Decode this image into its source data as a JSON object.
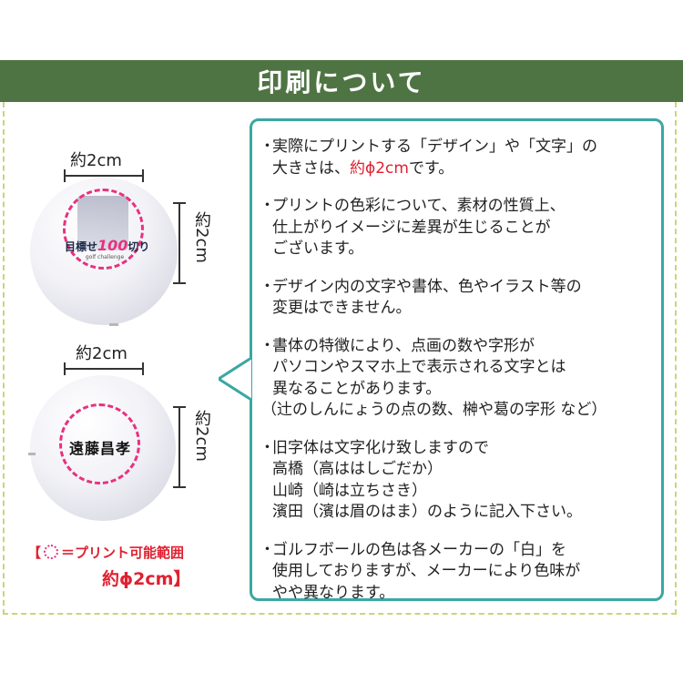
{
  "header": {
    "title": "印刷について"
  },
  "left": {
    "ball1": {
      "dim_h": "約2cm",
      "dim_v": "約2cm",
      "logo_text_pre": "目標せ",
      "logo_text_hl": "100",
      "logo_text_post": "切り",
      "logo_sub": "golf challenge"
    },
    "ball2": {
      "dim_h": "約2cm",
      "dim_v": "約2cm",
      "name_text": "遠藤昌孝"
    },
    "legend_line1_open": "【",
    "legend_line1_text": "＝プリント可能範囲",
    "legend_line2": "約ϕ2cm】"
  },
  "notes": {
    "bullet": "・",
    "items": [
      {
        "lines": [
          "実際にプリントする「デザイン」や「文字」の"
        ],
        "line2_pre": "大きさは、",
        "line2_red": "約ϕ2cm",
        "line2_post": "です。"
      },
      {
        "lines": [
          "プリントの色彩について、素材の性質上、",
          "仕上がりイメージに差異が生じることが",
          "ございます。"
        ]
      },
      {
        "lines": [
          "デザイン内の文字や書体、色やイラスト等の",
          "変更はできません。"
        ]
      },
      {
        "lines": [
          "書体の特徴により、点画の数や字形が",
          "パソコンやスマホ上で表示される文字とは",
          "異なることがあります。"
        ],
        "extra": "（辻のしんにょうの点の数、榊や葛の字形 など）"
      },
      {
        "lines": [
          "旧字体は文字化け致しますので",
          "高橋（高ははしごだか）",
          "山崎（崎は立ちさき）",
          "濱田（濱は眉のはま）のように記入下さい。"
        ]
      },
      {
        "lines": [
          "ゴルフボールの色は各メーカーの「白」を",
          "使用しておりますが、メーカーにより色味が",
          "やや異なります。"
        ]
      }
    ]
  },
  "colors": {
    "header_bg": "#4f7443",
    "frame_dash": "#c7d67a",
    "bubble_border": "#3aa7a2",
    "accent_red": "#e02030",
    "print_ring": "#e8317f"
  }
}
